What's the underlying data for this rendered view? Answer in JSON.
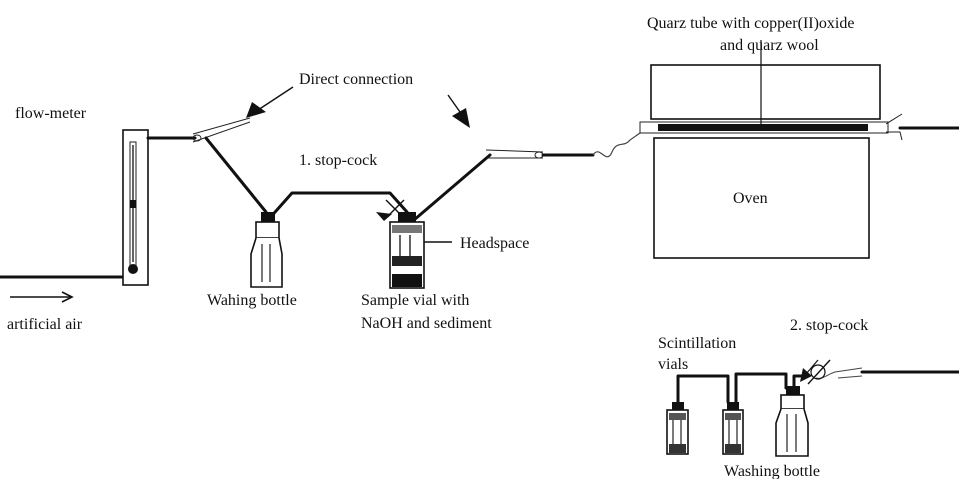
{
  "labels": {
    "quarz_tube_line1": "Quarz tube with copper(II)oxide",
    "quarz_tube_line2": "and quarz wool",
    "direct_connection": "Direct connection",
    "flow_meter": "flow-meter",
    "stop_cock_1": "1. stop-cock",
    "oven": "Oven",
    "headspace": "Headspace",
    "washing_bottle_1": "Wahing bottle",
    "sample_vial_line1": "Sample vial with",
    "sample_vial_line2": "NaOH and sediment",
    "artificial_air": "artificial air",
    "scintillation_line1": "Scintillation",
    "scintillation_line2": "vials",
    "stop_cock_2": "2. stop-cock",
    "washing_bottle_2": "Washing bottle"
  }
}
